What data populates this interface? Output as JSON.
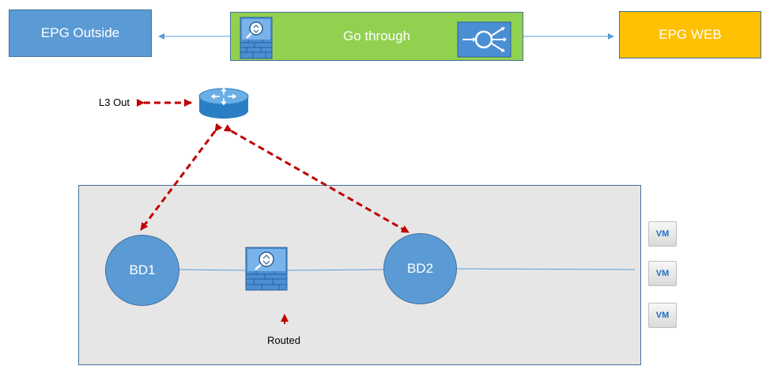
{
  "nodes": {
    "epg_outside": "EPG Outside",
    "go_through": "Go through",
    "epg_web": "EPG WEB",
    "bd1": "BD1",
    "bd2": "BD2",
    "vm_1": "VM",
    "vm_2": "VM",
    "vm_3": "VM"
  },
  "labels": {
    "l3_out": "L3 Out",
    "routed": "Routed"
  },
  "icons": {
    "firewall_top": "firewall-icon",
    "load_balancer": "load-balancer-icon",
    "router": "router-icon",
    "firewall_bottom": "firewall-icon"
  },
  "colors": {
    "epg_outside": "#5b9bd5",
    "go_through": "#92d050",
    "epg_web": "#ffc000",
    "bridge_domain": "#5b9bd5",
    "bd_area": "#e7e6e6",
    "dashed_links": "#c00000",
    "thin_links": "#5b9bd5"
  }
}
